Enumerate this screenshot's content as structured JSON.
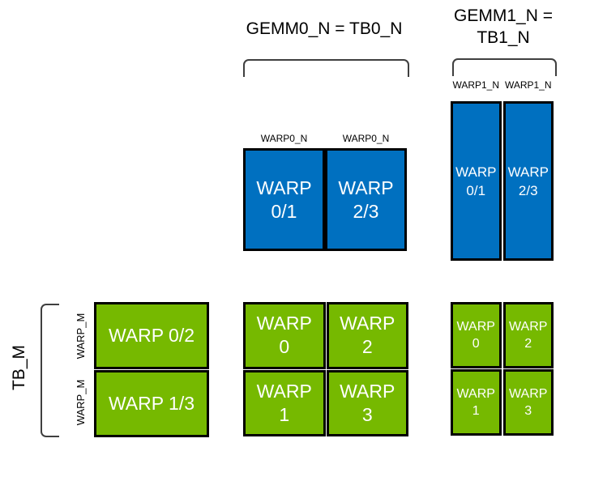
{
  "colors": {
    "blue": "#0070C0",
    "green": "#76B900",
    "box_border": "#000000",
    "bracket": "#3F3F3F",
    "text_dark": "#000000",
    "text_light": "#FFFFFF"
  },
  "headers": {
    "gemm0": "GEMM0_N = TB0_N",
    "gemm1_line1": "GEMM1_N =",
    "gemm1_line2": "TB1_N"
  },
  "left_axis": {
    "tb_label": "TB_M",
    "row_labels": [
      "WARP_M",
      "WARP_M"
    ]
  },
  "gemm0_accum": {
    "col_labels": [
      "WARP0_N",
      "WARP0_N"
    ],
    "cells": [
      {
        "line1": "WARP",
        "line2": "0/1"
      },
      {
        "line1": "WARP",
        "line2": "2/3"
      }
    ]
  },
  "gemm1_accum": {
    "col_labels": [
      "WARP1_N",
      "WARP1_N"
    ],
    "cells": [
      {
        "line1": "WARP",
        "line2": "0/1"
      },
      {
        "line1": "WARP",
        "line2": "2/3"
      }
    ]
  },
  "tb_tile": {
    "cells": [
      "WARP 0/2",
      "WARP 1/3"
    ]
  },
  "gemm0_tile": {
    "cells": [
      {
        "line1": "WARP",
        "line2": "0"
      },
      {
        "line1": "WARP",
        "line2": "2"
      },
      {
        "line1": "WARP",
        "line2": "1"
      },
      {
        "line1": "WARP",
        "line2": "3"
      }
    ]
  },
  "gemm1_tile": {
    "cells": [
      {
        "line1": "WARP",
        "line2": "0"
      },
      {
        "line1": "WARP",
        "line2": "2"
      },
      {
        "line1": "WARP",
        "line2": "1"
      },
      {
        "line1": "WARP",
        "line2": "3"
      }
    ]
  }
}
